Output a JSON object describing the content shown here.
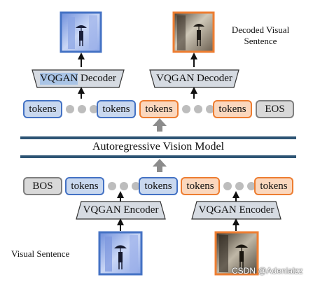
{
  "diagram": {
    "top_caption": "Decoded Visual\nSentence",
    "bottom_caption": "Visual Sentence",
    "model_title": "Autoregressive Vision Model",
    "decoder_label": "VQGAN Decoder",
    "decoder_label_highlight": "VQGAN",
    "decoder_label_rest": " Decoder",
    "encoder_label": "VQGAN Encoder",
    "token_label": "tokens",
    "bos_label": "BOS",
    "eos_label": "EOS",
    "colors": {
      "blue_fill": "#c9d8ef",
      "blue_border": "#4472c4",
      "orange_fill": "#fbd7bd",
      "orange_border": "#ed7d31",
      "gray_fill": "#d9d9d9",
      "gray_border": "#7f7f7f",
      "band": "#2d5474"
    }
  },
  "watermark": "CSDN @Adenialzz"
}
